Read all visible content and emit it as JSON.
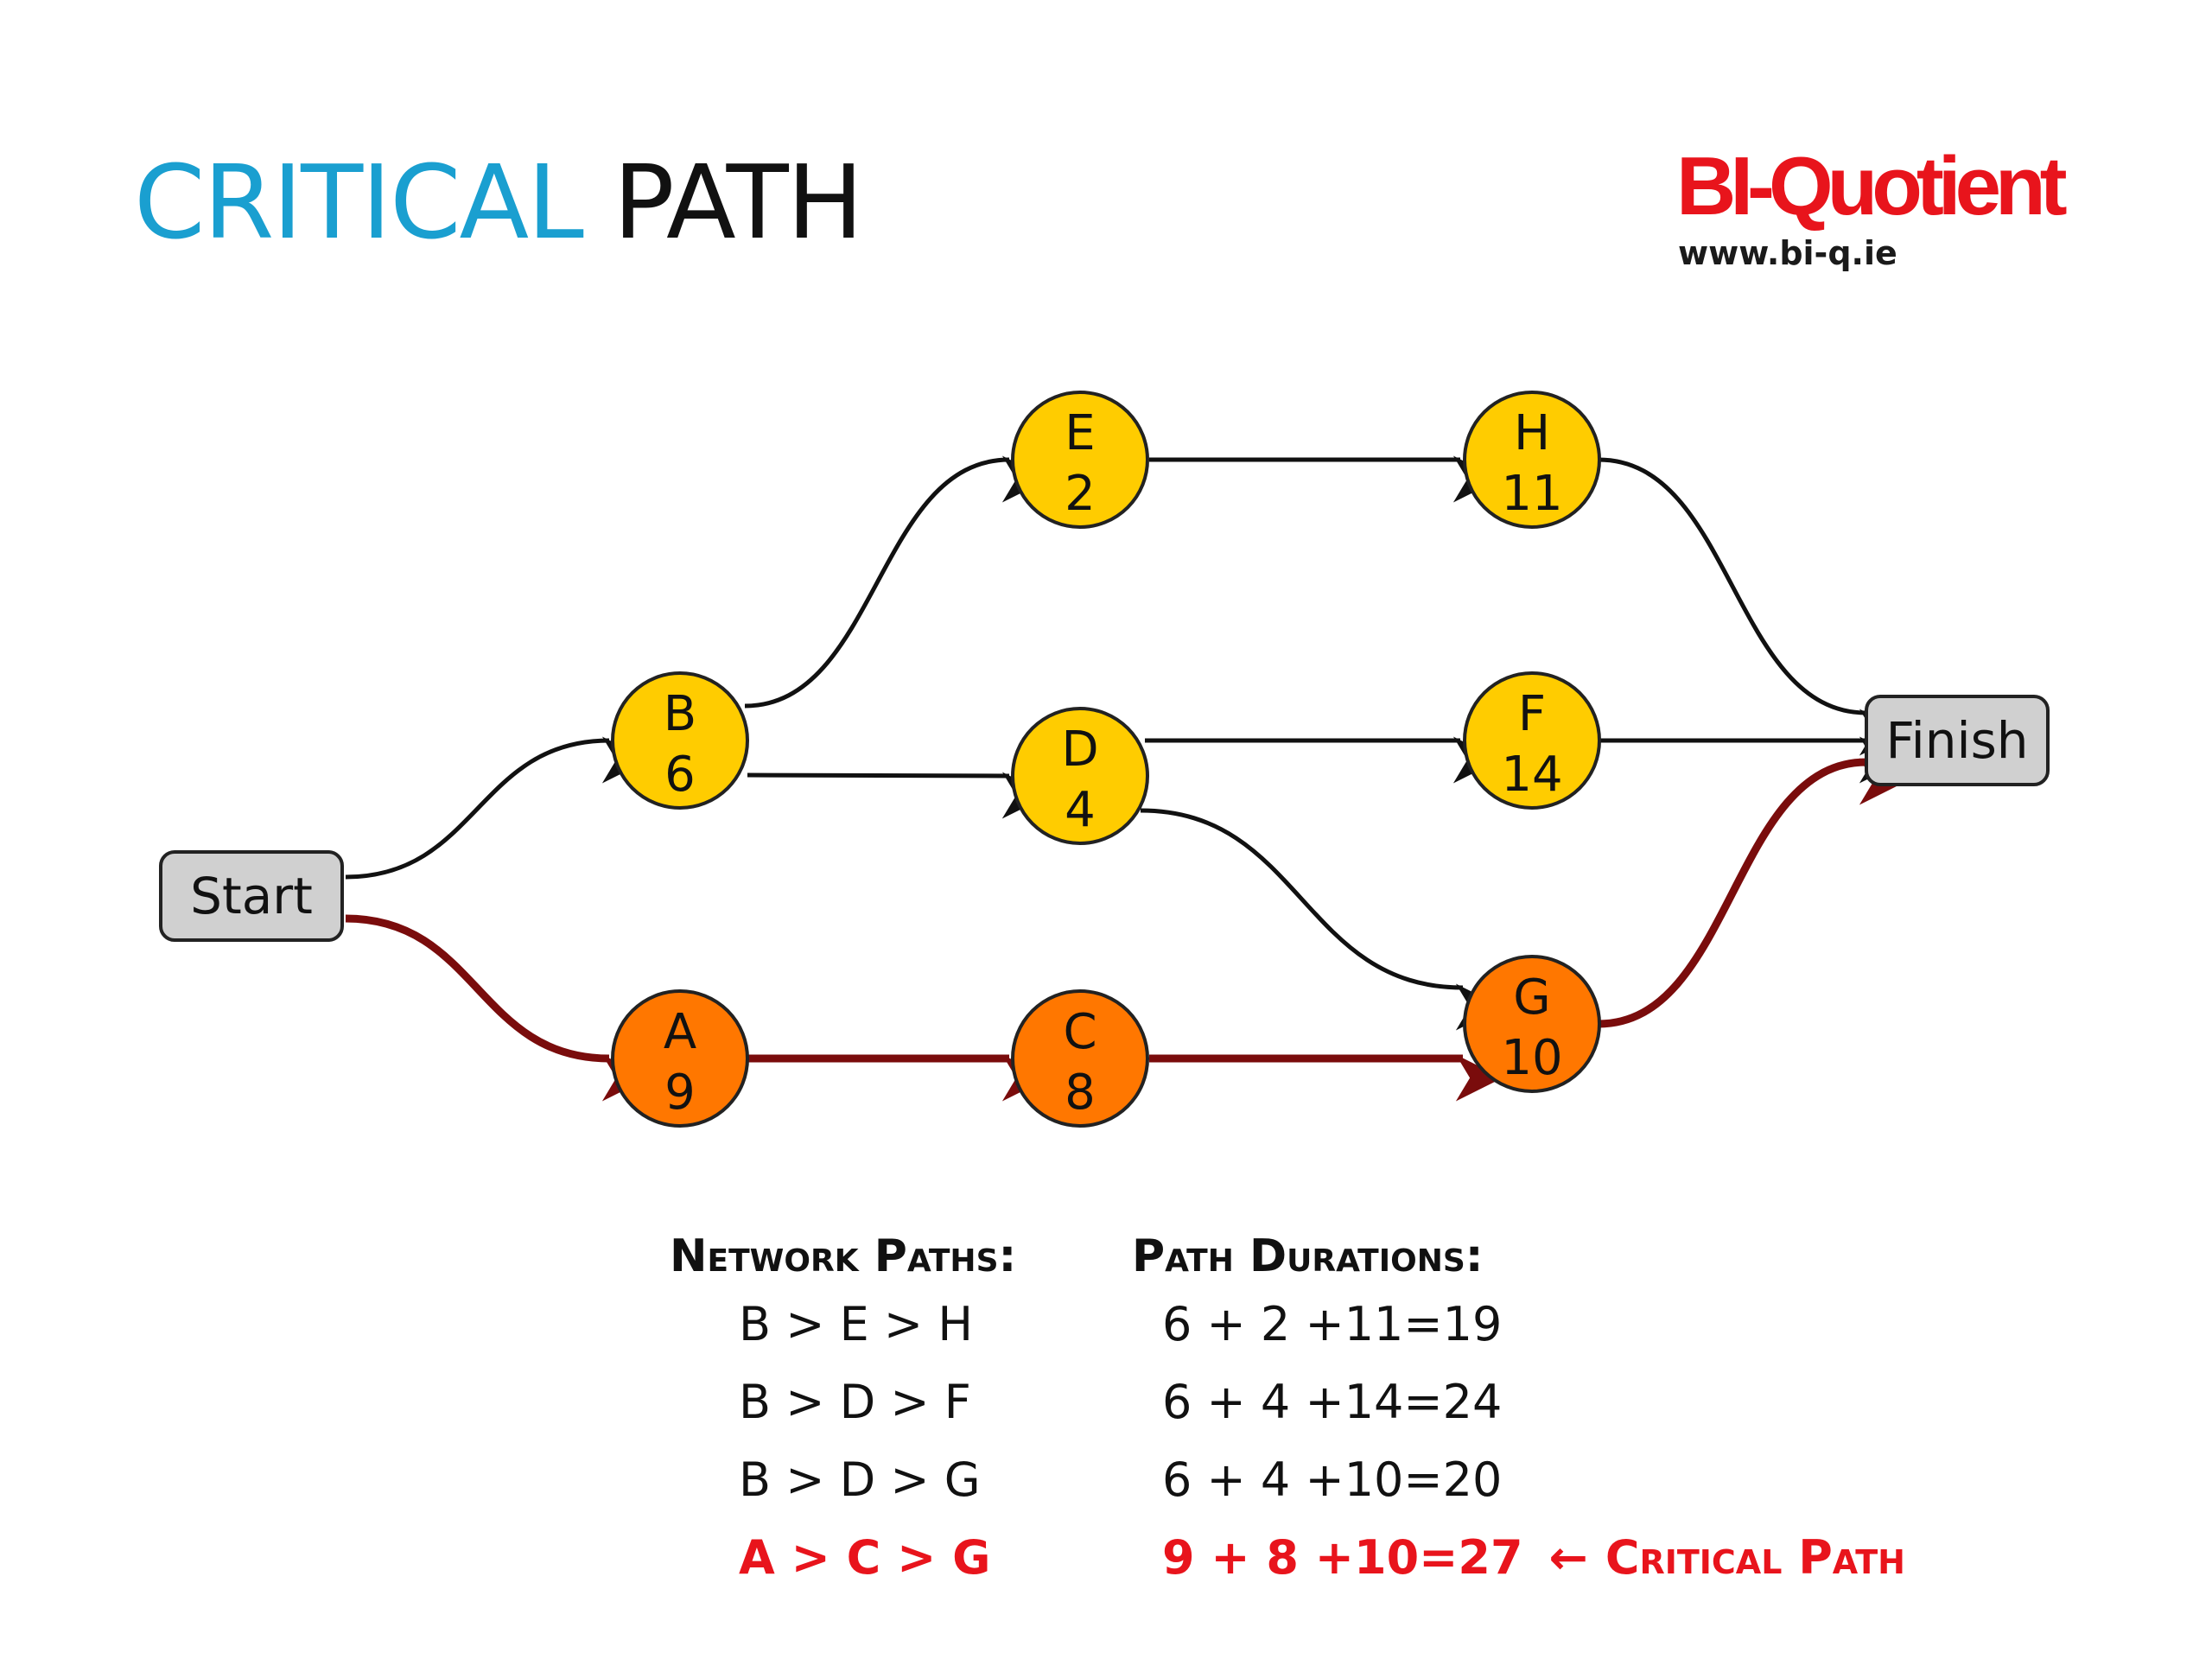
{
  "title": {
    "highlight": "CRITICAL",
    "rest": "PATH"
  },
  "brand": {
    "logo_text": "BI-Quotient",
    "url": "www.bi-q.ie"
  },
  "colors": {
    "title_accent": "#1a9fd0",
    "node_normal": "#ffcc00",
    "node_critical": "#ff7700",
    "edge_normal": "#111111",
    "edge_critical": "#7a0c0c",
    "critical_text": "#e8141c",
    "box_fill": "#d0d0d0"
  },
  "diagram": {
    "start": "Start",
    "finish": "Finish",
    "nodes": [
      {
        "id": "A",
        "duration": "9",
        "critical": true
      },
      {
        "id": "B",
        "duration": "6",
        "critical": false
      },
      {
        "id": "C",
        "duration": "8",
        "critical": true
      },
      {
        "id": "D",
        "duration": "4",
        "critical": false
      },
      {
        "id": "E",
        "duration": "2",
        "critical": false
      },
      {
        "id": "F",
        "duration": "14",
        "critical": false
      },
      {
        "id": "G",
        "duration": "10",
        "critical": true
      },
      {
        "id": "H",
        "duration": "11",
        "critical": false
      }
    ],
    "edges": [
      {
        "from": "Start",
        "to": "B",
        "critical": false
      },
      {
        "from": "Start",
        "to": "A",
        "critical": true
      },
      {
        "from": "B",
        "to": "E",
        "critical": false
      },
      {
        "from": "B",
        "to": "D",
        "critical": false
      },
      {
        "from": "E",
        "to": "H",
        "critical": false
      },
      {
        "from": "D",
        "to": "F",
        "critical": false
      },
      {
        "from": "D",
        "to": "G",
        "critical": false
      },
      {
        "from": "A",
        "to": "C",
        "critical": true
      },
      {
        "from": "C",
        "to": "G",
        "critical": true
      },
      {
        "from": "H",
        "to": "Finish",
        "critical": false
      },
      {
        "from": "F",
        "to": "Finish",
        "critical": false
      },
      {
        "from": "G",
        "to": "Finish",
        "critical": true
      }
    ]
  },
  "table": {
    "paths_header": "Network Paths:",
    "durations_header": "Path Durations:",
    "rows": [
      {
        "path": "B > E > H",
        "duration": "6 + 2 +11=19",
        "critical": false,
        "note": ""
      },
      {
        "path": "B > D > F",
        "duration": "6 + 4 +14=24",
        "critical": false,
        "note": ""
      },
      {
        "path": "B > D > G",
        "duration": "6 + 4 +10=20",
        "critical": false,
        "note": ""
      },
      {
        "path": "A > C > G",
        "duration": "9 + 8 +10=27",
        "critical": true,
        "note": "Critical Path",
        "arrow": "←"
      }
    ]
  }
}
